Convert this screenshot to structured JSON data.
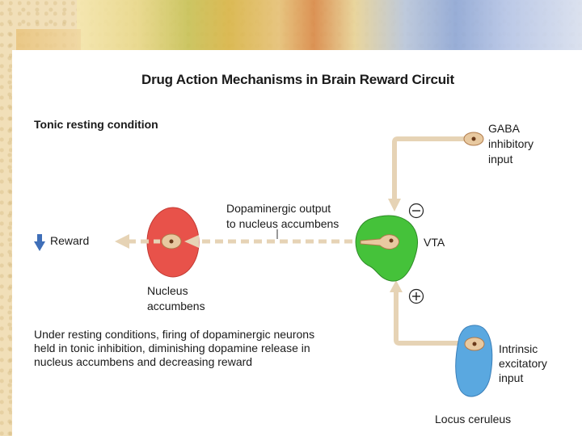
{
  "slide": {
    "title": "Drug Action Mechanisms in Brain Reward Circuit",
    "subtitle": "Tonic resting condition",
    "caption": "Under resting conditions, firing of dopaminergic neurons\nheld in tonic inhibition, diminishing dopamine release in\nnucleus accumbens and decreasing reward"
  },
  "labels": {
    "gaba": "GABA\ninhibitory\ninput",
    "dopaminergic_output": "Dopaminergic output\nto nucleus accumbens",
    "vta": "VTA",
    "reward": "Reward",
    "nucleus_accumbens": "Nucleus\naccumbens",
    "intrinsic": "Intrinsic\nexcitatory\ninput",
    "locus_ceruleus": "Locus ceruleus",
    "minus_symbol": "−",
    "plus_symbol": "+"
  },
  "colors": {
    "nucleus_accumbens": "#e8524a",
    "vta": "#45c23a",
    "locus_ceruleus": "#5aa8e0",
    "pathway": "#e6d3b5",
    "neuron_body": "#e8c9a0",
    "reward_arrow": "#3f6fb8"
  },
  "icons": {
    "reward_indicator": "down-arrow-icon",
    "inhibition": "minus-circle-icon",
    "excitation": "plus-circle-icon"
  }
}
